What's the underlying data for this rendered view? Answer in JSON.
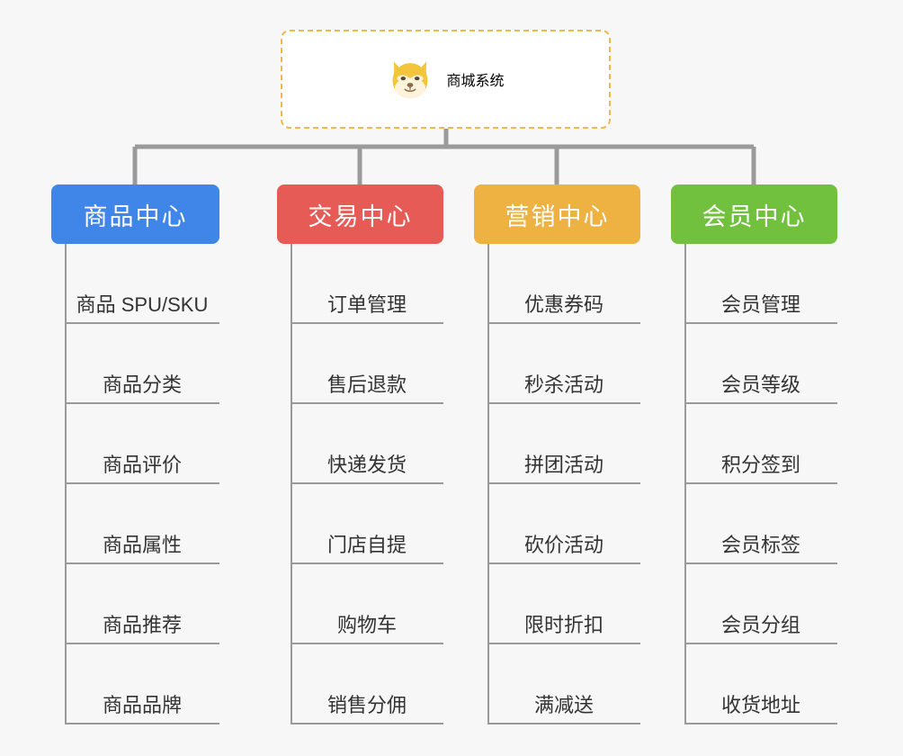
{
  "page": {
    "background_color": "#f7f7f7",
    "type": "org-chart-mindmap"
  },
  "root": {
    "title": "商城系统",
    "icon": "shiba-dog-face-emoji",
    "border_color": "#ecb94e",
    "text_color": "#eeb242",
    "background_color": "#ffffff"
  },
  "connector": {
    "color": "#9a9a9a"
  },
  "columns": [
    {
      "header": "商品中心",
      "color": "#4086e8",
      "items": [
        "商品 SPU/SKU",
        "商品分类",
        "商品评价",
        "商品属性",
        "商品推荐",
        "商品品牌"
      ]
    },
    {
      "header": "交易中心",
      "color": "#e75b56",
      "items": [
        "订单管理",
        "售后退款",
        "快递发货",
        "门店自提",
        "购物车",
        "销售分佣"
      ]
    },
    {
      "header": "营销中心",
      "color": "#eeb242",
      "items": [
        "优惠券码",
        "秒杀活动",
        "拼团活动",
        "砍价活动",
        "限时折扣",
        "满减送"
      ]
    },
    {
      "header": "会员中心",
      "color": "#72c13e",
      "items": [
        "会员管理",
        "会员等级",
        "积分签到",
        "会员标签",
        "会员分组",
        "收货地址"
      ]
    }
  ]
}
